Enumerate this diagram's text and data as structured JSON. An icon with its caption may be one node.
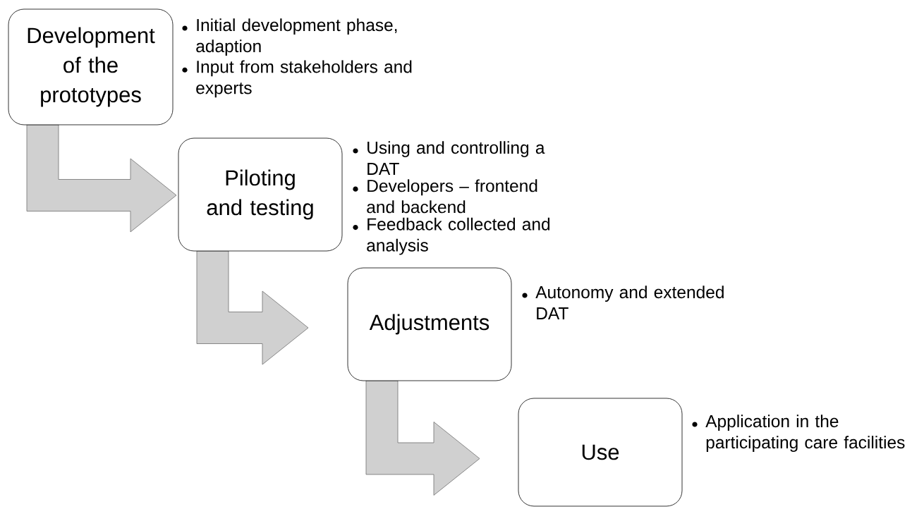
{
  "diagram": {
    "nodes": [
      {
        "text": [
          "Development of the prototypes"
        ],
        "beside": [
          "Initial development phase, adaption",
          "Input from stakeholders and experts"
        ]
      },
      {
        "text": [
          "Piloting and testing"
        ],
        "beside": [
          "Using and controlling a DAT",
          "Developers – frontend and backend",
          "Feedback collected and analysis"
        ]
      },
      {
        "text": [
          "Adjustments"
        ],
        "beside": [
          "Autonomy and extended DAT"
        ]
      },
      {
        "text": [
          "Use"
        ],
        "beside": [
          "Application in the participating care facilities"
        ]
      }
    ],
    "edges": [
      {
        "from": 0,
        "to": 1,
        "arrow": "to"
      },
      {
        "from": 1,
        "to": 2,
        "arrow": "to"
      },
      {
        "from": 2,
        "to": 3,
        "arrow": "to"
      }
    ]
  }
}
